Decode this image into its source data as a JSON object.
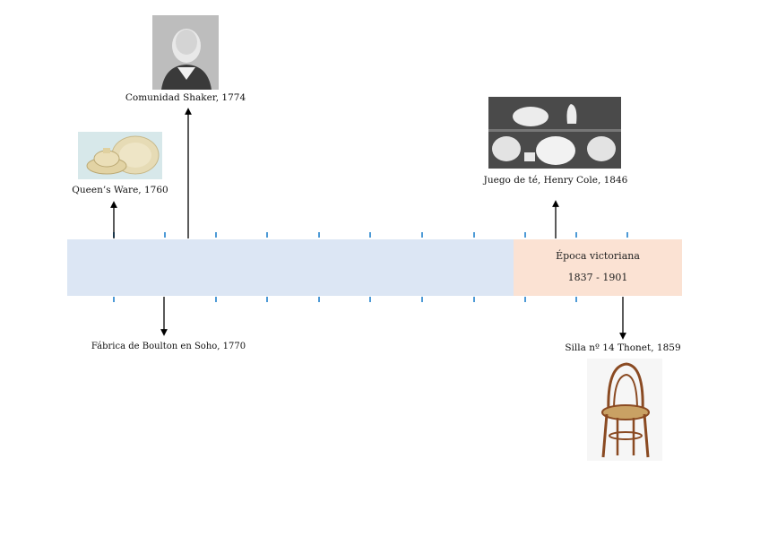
{
  "era": {
    "title": "Época victoriana",
    "dates": "1837 - 1901"
  },
  "events": [
    {
      "id": "queens-ware",
      "label": "Queen’s Ware, 1760",
      "position": "above"
    },
    {
      "id": "shaker",
      "label": "Comunidad Shaker, 1774",
      "position": "above"
    },
    {
      "id": "boulton",
      "label": "Fábrica de Boulton en Soho, 1770",
      "position": "below"
    },
    {
      "id": "cole",
      "label": "Juego de té, Henry Cole, 1846",
      "position": "above"
    },
    {
      "id": "thonet",
      "label": "Silla nº 14 Thonet, 1859",
      "position": "below"
    }
  ],
  "colors": {
    "timeline_band": "#dce6f4",
    "era_band": "#fbe2d3",
    "tick": "#4d9ad6"
  }
}
